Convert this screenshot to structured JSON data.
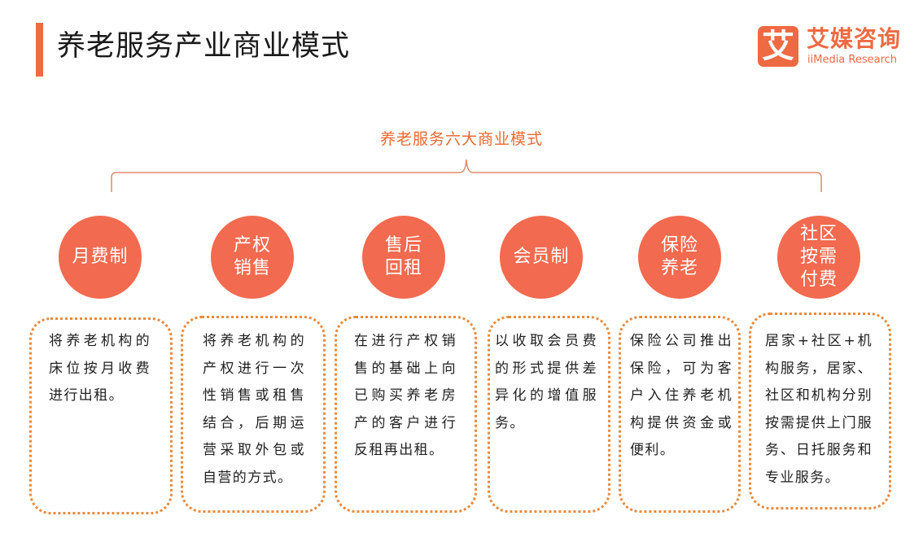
{
  "page_title": "养老服务产业商业模式",
  "logo": {
    "glyph": "艾",
    "name_cn": "艾媒咨询",
    "name_en": "iiMedia Research",
    "color": "#ee6a43"
  },
  "diagram_title": "养老服务六大商业模式",
  "colors": {
    "accent": "#ee6a43",
    "circle_fill": "#f26a4f",
    "card_border": "#e88a3e",
    "diagram_title": "#ea6a33",
    "brace": "#e0896a"
  },
  "models": [
    {
      "name": "月费制",
      "description": "将养老机构的床位按月收费进行出租。"
    },
    {
      "name": "产权\n销售",
      "description": "将养老机构的产权进行一次性销售或租售结合，后期运营采取外包或自营的方式。"
    },
    {
      "name": "售后\n回租",
      "description": "在进行产权销售的基础上向已购买养老房产的客户进行反租再出租。"
    },
    {
      "name": "会员制",
      "description": "以收取会员费的形式提供差异化的增值服务。"
    },
    {
      "name": "保险\n养老",
      "description": "保险公司推出保险，可为客户入住养老机构提供资金或便利。"
    },
    {
      "name": "社区\n按需\n付费",
      "description": "居家+社区+机构服务，居家、社区和机构分别按需提供上门服务、日托服务和专业服务。"
    }
  ]
}
